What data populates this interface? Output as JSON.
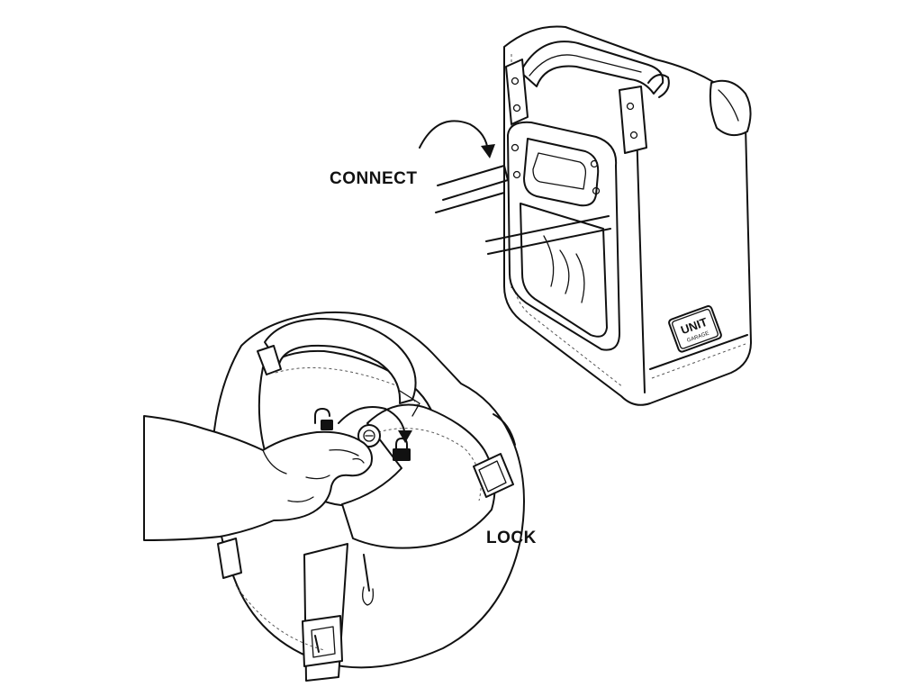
{
  "labels": {
    "connect": "CONNECT",
    "lock": "LOCK"
  },
  "logo": {
    "brand": "UNIT",
    "sub": "GARAGE"
  },
  "colors": {
    "ink": "#111111",
    "background": "#ffffff"
  },
  "icons": {
    "connect_arrow": "curved-arrow-icon",
    "lock_arrow": "curved-arrow-icon",
    "unlocked": "unlocked-padlock-icon",
    "locked": "locked-padlock-icon"
  }
}
